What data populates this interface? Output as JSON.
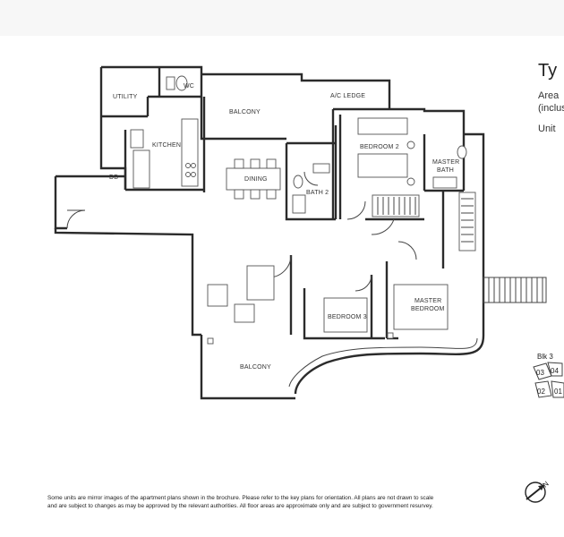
{
  "header": {
    "title_fragment": "Ty",
    "area_fragment": "Area",
    "inclus_fragment": "(inclus",
    "unit_fragment": "Unit"
  },
  "rooms": {
    "utility": "UTILITY",
    "wc": "WC",
    "kitchen": "KITCHEN",
    "db": "DB",
    "balcony_top": "BALCONY",
    "ac_ledge": "A/C LEDGE",
    "dining": "DINING",
    "bath2": "BATH 2",
    "bedroom2": "BEDROOM 2",
    "master_bath_1": "MASTER",
    "master_bath_2": "BATH",
    "bedroom3": "BEDROOM 3",
    "master_bedroom_1": "MASTER",
    "master_bedroom_2": "BEDROOM",
    "balcony_bottom": "BALCONY"
  },
  "key_plan": {
    "block": "Blk 3",
    "units": [
      "03",
      "04",
      "02",
      "01"
    ]
  },
  "north_label": "N",
  "notes": {
    "line1": "Some units are mirror images of the apartment plans shown in the brochure. Please refer to the key plans for orientation. All plans are not drawn to scale",
    "line2": "and are subject to changes as may be approved by the relevant authorities. All floor areas are approximate only and are subject to government resurvey."
  }
}
